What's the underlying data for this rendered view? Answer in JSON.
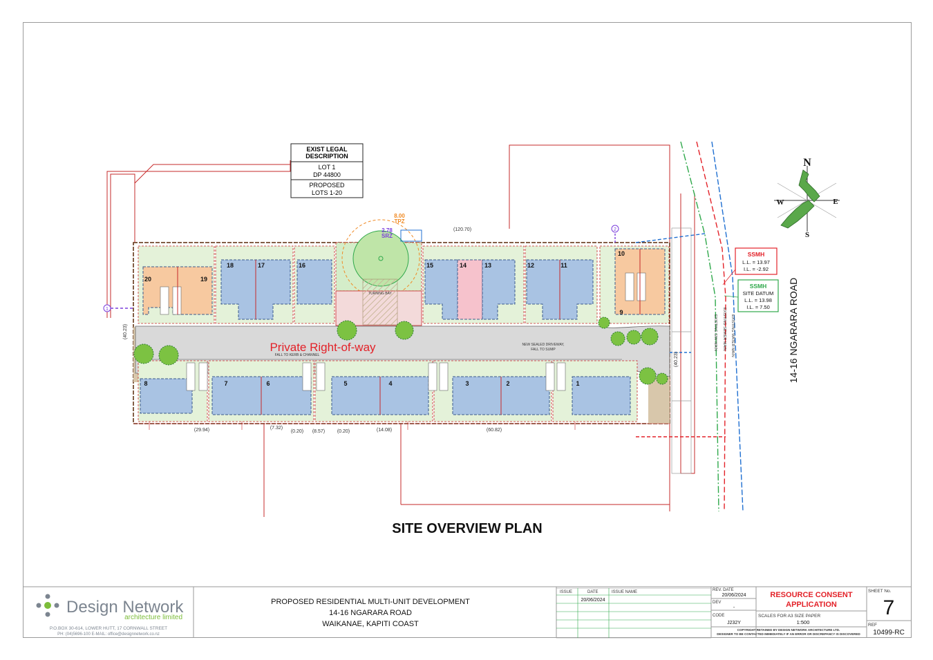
{
  "legal": {
    "heading_line1": "EXIST LEGAL",
    "heading_line2": "DESCRIPTION",
    "lot": "LOT 1",
    "dp": "DP 44800",
    "proposed_line1": "PROPOSED",
    "proposed_line2": "LOTS 1-20"
  },
  "plan": {
    "row_labels": "Private Right-of-way",
    "driveway_note_1": "NEW SEALED DRIVEWAY,",
    "driveway_note_2": "FALL TO SUMP",
    "kerb_note": "FALL TO KERB & CHANNEL",
    "turning_bay": "TURNING BAY",
    "tpz_value": "8.00",
    "tpz_label": "TPZ",
    "srz_value": "2.78",
    "srz_label": "SRZ",
    "top_boundary_length": "(120.70)",
    "left_boundary_length": "(40.23)",
    "right_boundary_length": "(40.23)",
    "bottom_lengths": [
      "(29.94)",
      "(7.32)",
      "(0.20)",
      "(8.57)",
      "(0.20)",
      "(14.08)",
      "(60.82)"
    ],
    "north_units": [
      "20",
      "19",
      "18",
      "17",
      "16",
      "15",
      "14",
      "13",
      "12",
      "11",
      "10",
      "9"
    ],
    "south_units": [
      "8",
      "7",
      "6",
      "5",
      "4",
      "3",
      "2",
      "1"
    ],
    "road_name": "14-16 NGARARA ROAD",
    "services": [
      "EXISTING S/W MAIN",
      "EXISTING SEWER MAIN",
      "EXISTING WATER MAIN"
    ],
    "ssmh1": {
      "title": "SSMH",
      "ll": "L.L. = 13.97",
      "il": "I.L. = -2.92"
    },
    "ssmh2": {
      "title": "SSMH",
      "datum": "SITE DATUM",
      "ll": "L.L. = 13.98",
      "il": "I.L. = 7.50"
    },
    "section_marker_1": "1",
    "section_marker_2": "2",
    "compass": {
      "n": "N",
      "s": "S",
      "e": "E",
      "w": "W"
    }
  },
  "plan_title": "SITE OVERVIEW PLAN",
  "titleblock": {
    "company_name": "Design Network",
    "company_sub": "architecture limited",
    "address": "P.O.BOX 30-614,  LOWER HUTT,  17 CORNWALL STREET",
    "contact": "PH: (04)5696-100    E-MAIL: office@designnetwork.co.nz",
    "project_line1": "PROPOSED RESIDENTIAL MULTI-UNIT DEVELOPMENT",
    "project_line2": "14-16 NGARARA ROAD",
    "project_line3": "WAIKANAE, KAPITI COAST",
    "issue_header": "ISSUE",
    "date_header": "DATE",
    "issue_name_header": "ISSUE NAME",
    "issue_date": "20/06/2024",
    "rev_date_label": "REV. DATE",
    "rev_date": "20/06/2024",
    "dev_label": "DEV",
    "dev_value": "-",
    "code_label": "CODE",
    "code_value": "J232Y",
    "status_line1": "RESOURCE CONSENT",
    "status_line2": "APPLICATION",
    "scale_label": "SCALES FOR A3 SIZE PAPER",
    "scale_value": "1:500",
    "copyright_line1": "COPYRIGHT RETAINED BY DESIGN NETWORK ARCHITECTURE LTD.",
    "copyright_line2": "DESIGNER TO BE CONTACTED IMMEDIATELY IF AN ERROR OR DISCREPANCY IS DISCOVERED",
    "sheet_label": "SHEET No.",
    "sheet_no": "7",
    "ref_label": "REF",
    "ref_value": "10499-RC"
  },
  "colors": {
    "unit_blue": "#a9c3e3",
    "unit_orange": "#f7c9a0",
    "unit_pink": "#f6c2cc",
    "lawn_green": "#e4f2d9",
    "tree_green": "#7cc242",
    "driveway_grey": "#d9d9d9",
    "boundary_red": "#e32128",
    "service_blue": "#1f6fd1",
    "service_green": "#2ea84a",
    "status_red": "#e32128",
    "brand_green": "#7cbd3a",
    "brand_grey": "#7c8590"
  }
}
